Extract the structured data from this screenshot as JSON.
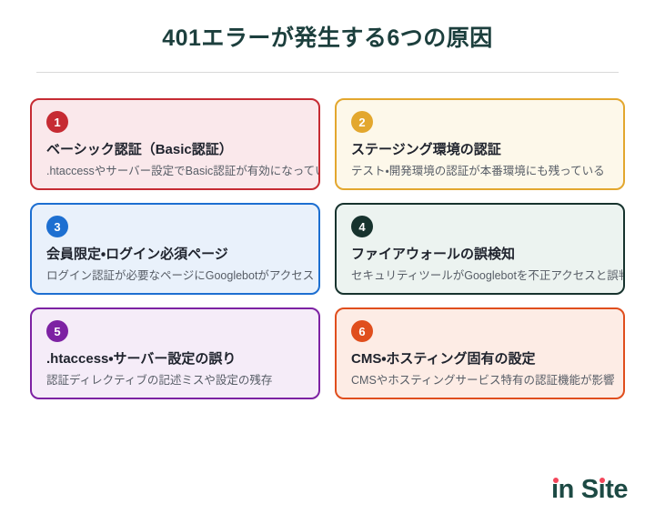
{
  "page": {
    "title": "401エラーが発生する6つの原因",
    "title_color": "#1c3f3d",
    "background_color": "#ffffff",
    "divider_color": "#d9d9d9"
  },
  "cards": [
    {
      "number": "1",
      "title": "ベーシック認証（Basic認証）",
      "desc": ".htaccessやサーバー設定でBasic認証が有効になっている",
      "border_color": "#c62b33",
      "bg_color": "#fae8eb",
      "badge_color": "#c62b33"
    },
    {
      "number": "2",
      "title": "ステージング環境の認証",
      "desc": "テスト・開発環境の認証が本番環境にも残っている",
      "border_color": "#e3a72e",
      "bg_color": "#fdf8ea",
      "badge_color": "#e3a72e"
    },
    {
      "number": "3",
      "title": "会員限定・ログイン必須ページ",
      "desc": "ログイン認証が必要なページにGooglebotがアクセス",
      "border_color": "#1d6fd1",
      "bg_color": "#e9f1fb",
      "badge_color": "#1d6fd1"
    },
    {
      "number": "4",
      "title": "ファイアウォールの誤検知",
      "desc": "セキュリティツールがGooglebotを不正アクセスと誤判定",
      "border_color": "#17332e",
      "bg_color": "#ecf3f0",
      "badge_color": "#17332e"
    },
    {
      "number": "5",
      "title": ".htaccess・サーバー設定の誤り",
      "desc": "認証ディレクティブの記述ミスや設定の残存",
      "border_color": "#7d22a3",
      "bg_color": "#f5ecf8",
      "badge_color": "#7d22a3"
    },
    {
      "number": "6",
      "title": "CMS・ホスティング固有の設定",
      "desc": "CMSやホスティングサービス特有の認証機能が影響",
      "border_color": "#e04e1d",
      "bg_color": "#fdece5",
      "badge_color": "#e04e1d"
    }
  ],
  "footer": {
    "logo": {
      "in_i": "ı",
      "in_n": "n",
      "space": " ",
      "site_s": "S",
      "site_i": "ı",
      "site_te": "te",
      "text_color": "#1d4a44",
      "dot_color": "#f4465a"
    }
  }
}
